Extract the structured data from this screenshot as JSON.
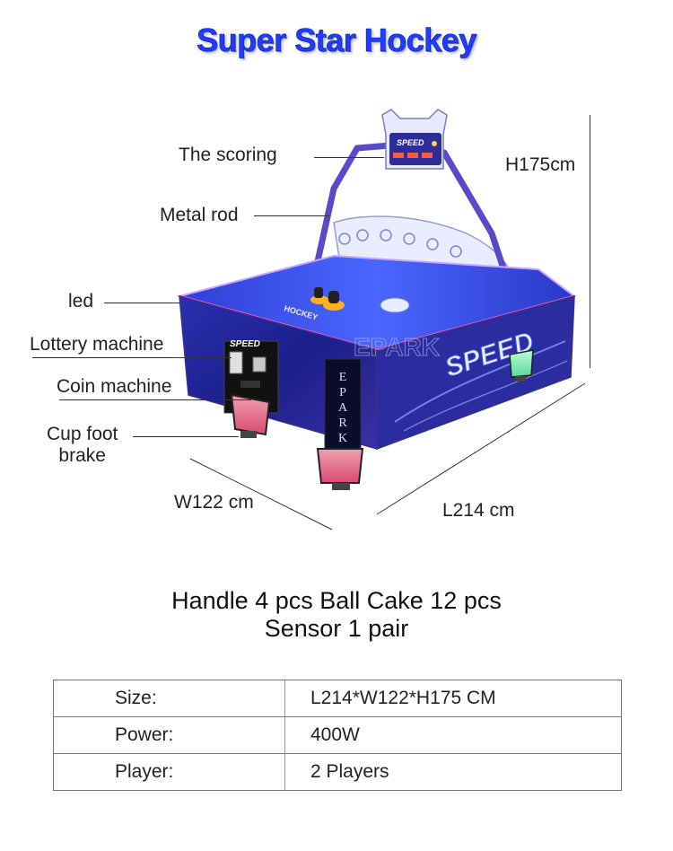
{
  "title": "Super Star Hockey",
  "callouts": {
    "scoring": "The scoring",
    "metal_rod": "Metal rod",
    "led": "led",
    "lottery": "Lottery machine",
    "coin": "Coin machine",
    "cup_foot_line1": "Cup foot",
    "cup_foot_line2": "brake"
  },
  "dimensions": {
    "height": "H175cm",
    "width": "W122 cm",
    "length": "L214 cm"
  },
  "machine_text": {
    "brand": "EPARK",
    "speed": "SPEED",
    "hockey": "HOCKEY",
    "side_text": "SPEED"
  },
  "summary": {
    "line1": "Handle 4 pcs Ball Cake 12 pcs",
    "line2": "Sensor 1 pair"
  },
  "specs": [
    {
      "label": "Size:",
      "value": "L214*W122*H175 CM"
    },
    {
      "label": "Power:",
      "value": "400W"
    },
    {
      "label": "Player:",
      "value": "2 Players"
    }
  ],
  "colors": {
    "title": "#1f3cff",
    "table_body": "#1a1f9a",
    "playfield": "#2a3fd8",
    "legs": "#e86a8a",
    "rod": "#5a49c8"
  }
}
